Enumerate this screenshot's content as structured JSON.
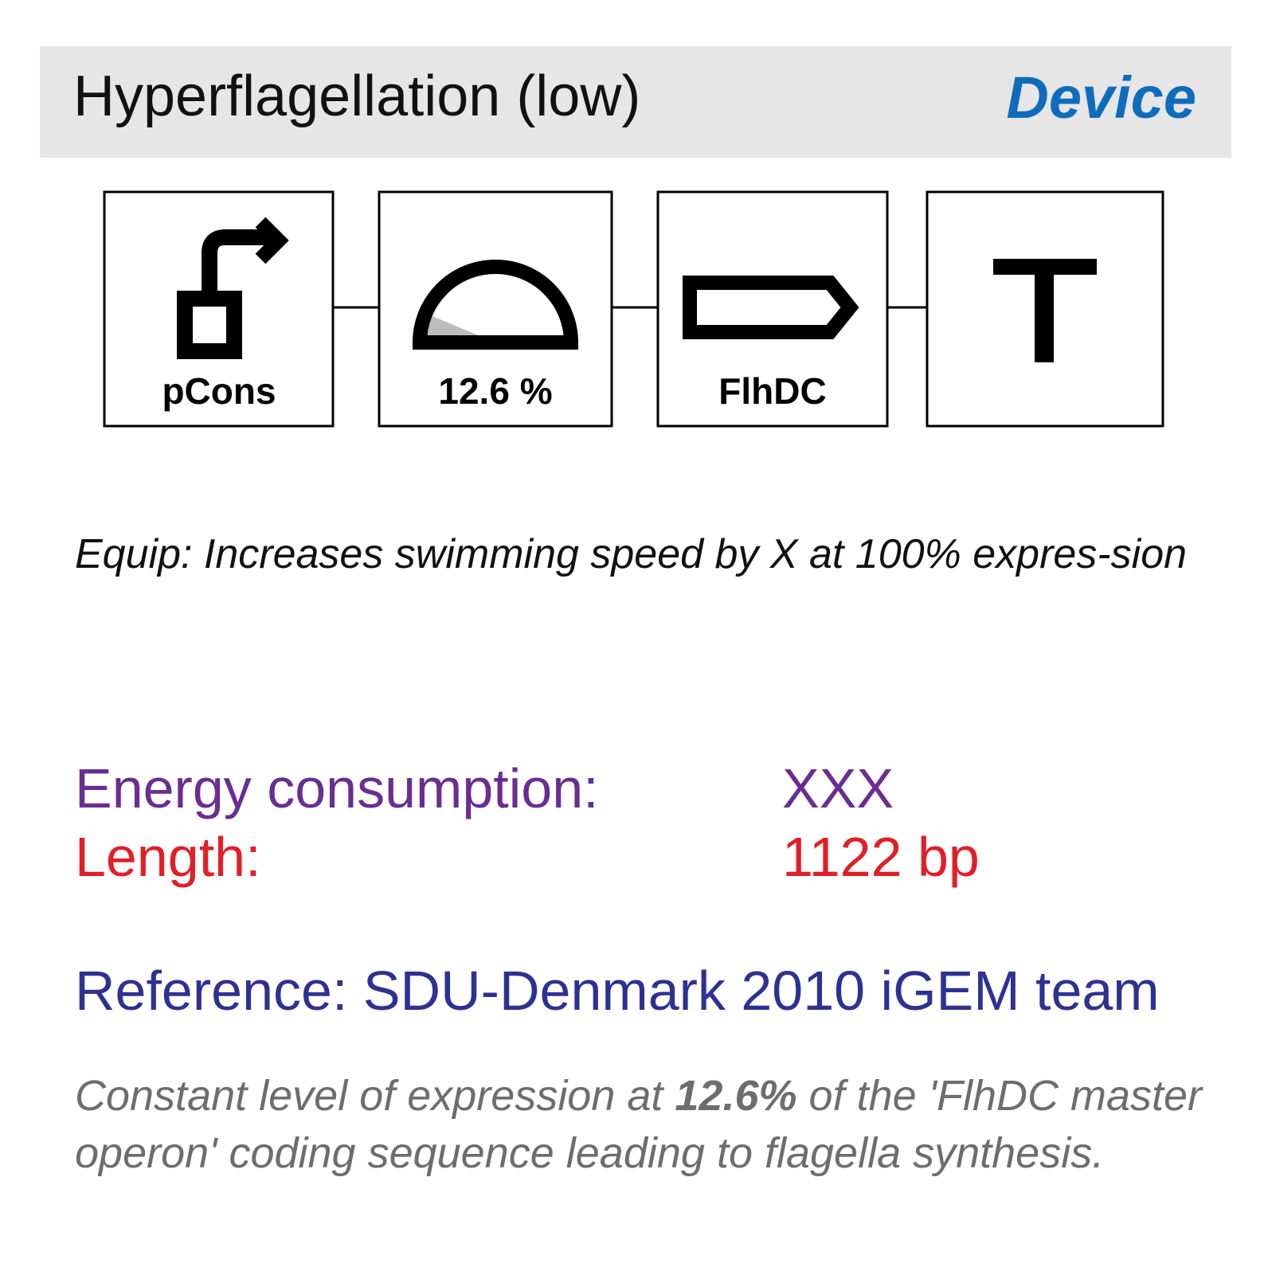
{
  "header": {
    "title": "Hyperflagellation (low)",
    "type_label": "Device",
    "type_color": "#0f6cbd",
    "background": "#e6e6e6"
  },
  "parts": [
    {
      "kind": "promoter",
      "icon": "promoter-arrow-icon",
      "label": "pCons"
    },
    {
      "kind": "rbs",
      "icon": "rbs-semicircle-icon",
      "label": "12.6 %",
      "fill_fraction": 0.126
    },
    {
      "kind": "cds",
      "icon": "cds-arrow-icon",
      "label": "FlhDC"
    },
    {
      "kind": "terminator",
      "icon": "terminator-t-icon",
      "label": ""
    }
  ],
  "equip_text": "Equip: Increases swimming speed by X at 100% expres-sion",
  "stats": {
    "energy_label": "Energy consumption:",
    "energy_value": "XXX",
    "energy_color": "#6a2d91",
    "length_label": "Length:",
    "length_value": "1122 bp",
    "length_color": "#e21e26"
  },
  "reference": {
    "text": "Reference: SDU-Denmark 2010 iGEM team",
    "color": "#2e3192"
  },
  "description": {
    "before": "Constant level of expression at ",
    "bold": "12.6%",
    "after": " of the 'FlhDC master operon' coding sequence leading to flagella synthesis.",
    "color": "#6d6d6d"
  }
}
